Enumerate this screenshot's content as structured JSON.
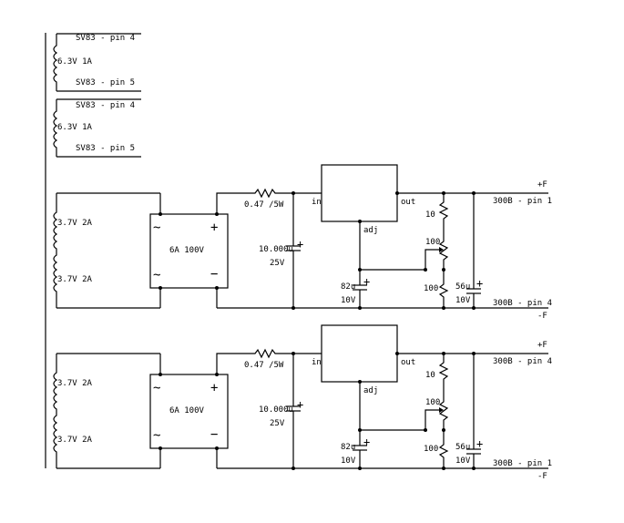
{
  "heater1": {
    "top": "SV83 - pin 4",
    "rating": "6.3V 1A",
    "bottom": "SV83 - pin 5"
  },
  "heater2": {
    "top": "SV83 - pin 4",
    "rating": "6.3V 1A",
    "bottom": "SV83 - pin 5"
  },
  "supply1": {
    "winding_a": "3.7V 2A",
    "winding_b": "3.7V 2A",
    "ac_top": "~",
    "ac_bottom": "~",
    "plus": "+",
    "minus": "−",
    "rectifier": "6A 100V",
    "resistor": "0.47 /5W",
    "cap_main_value": "10.000u",
    "cap_main_voltage": "25V",
    "cap_main_plus": "+",
    "reg_in": "in",
    "reg_out": "out",
    "reg_adj": "adj",
    "cap_adj_value": "82u",
    "cap_adj_voltage": "10V",
    "cap_adj_plus": "+",
    "r_upper": "10",
    "pot": "100",
    "r_lower": "100",
    "cap_out_value": "56u",
    "cap_out_voltage": "10V",
    "cap_out_plus": "+",
    "out_pos_sign": "+F",
    "out_pos_pin": "300B - pin 1",
    "out_neg_pin": "300B - pin 4",
    "out_neg_sign": "-F"
  },
  "supply2": {
    "winding_a": "3.7V 2A",
    "winding_b": "3.7V 2A",
    "ac_top": "~",
    "ac_bottom": "~",
    "plus": "+",
    "minus": "−",
    "rectifier": "6A 100V",
    "resistor": "0.47 /5W",
    "cap_main_value": "10.000u",
    "cap_main_voltage": "25V",
    "cap_main_plus": "+",
    "reg_in": "in",
    "reg_out": "out",
    "reg_adj": "adj",
    "cap_adj_value": "82u",
    "cap_adj_voltage": "10V",
    "cap_adj_plus": "+",
    "r_upper": "10",
    "pot": "100",
    "r_lower": "100",
    "cap_out_value": "56u",
    "cap_out_voltage": "10V",
    "cap_out_plus": "+",
    "out_pos_sign": "+F",
    "out_pos_pin": "300B - pin 4",
    "out_neg_pin": "300B - pin 1",
    "out_neg_sign": "-F"
  }
}
